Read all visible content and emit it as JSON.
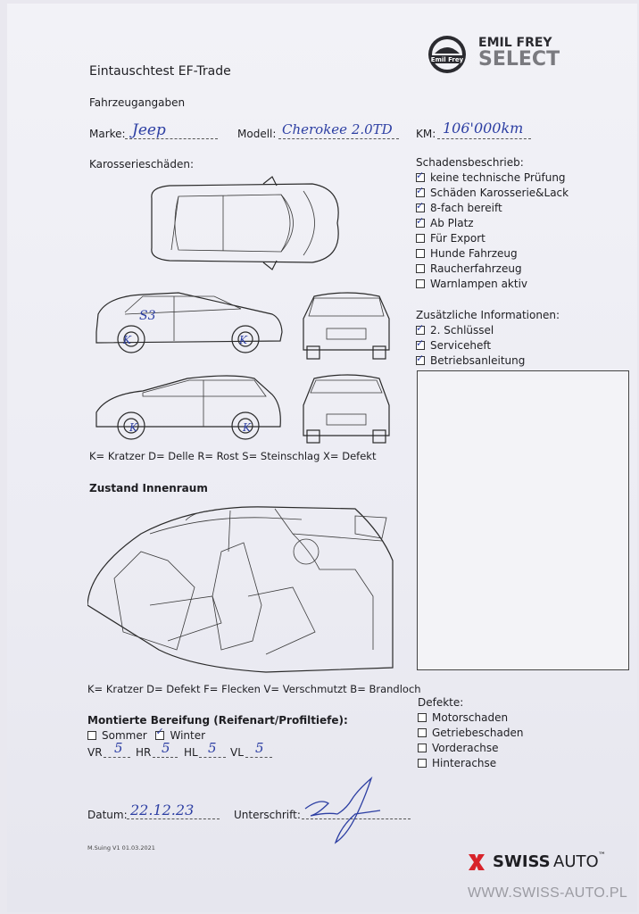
{
  "header": {
    "title": "Eintauschtest EF-Trade",
    "logo_badge": "Emil Frey",
    "logo_line1": "EMIL FREY",
    "logo_line2": "SELECT"
  },
  "vehicle": {
    "section": "Fahrzeugangaben",
    "marke_label": "Marke:",
    "marke_value": "Jeep",
    "modell_label": "Modell:",
    "modell_value": "Cherokee 2.0TD",
    "km_label": "KM:",
    "km_value": "106'000km"
  },
  "body_damage": {
    "section": "Karosserieschäden:",
    "legend": "K= Kratzer D= Delle R= Rost S= Steinschlag X= Defekt",
    "marks": [
      "S3",
      "K",
      "K",
      "K",
      "K"
    ]
  },
  "damage_desc": {
    "title": "Schadensbeschrieb:",
    "items": [
      {
        "label": "keine technische Prüfung",
        "checked": true
      },
      {
        "label": "Schäden Karosserie&Lack",
        "checked": true
      },
      {
        "label": "8-fach bereift",
        "checked": true
      },
      {
        "label": "Ab Platz",
        "checked": true
      },
      {
        "label": "Für Export",
        "checked": false
      },
      {
        "label": "Hunde Fahrzeug",
        "checked": false
      },
      {
        "label": "Raucherfahrzeug",
        "checked": false
      },
      {
        "label": "Warnlampen aktiv",
        "checked": false
      }
    ]
  },
  "extra_info": {
    "title": "Zusätzliche Informationen:",
    "items": [
      {
        "label": "2. Schlüssel",
        "checked": true
      },
      {
        "label": "Serviceheft",
        "checked": true
      },
      {
        "label": "Betriebsanleitung",
        "checked": true
      }
    ]
  },
  "interior": {
    "section": "Zustand Innenraum",
    "legend": "K= Kratzer D= Defekt F= Flecken V= Verschmutzt B= Brandloch"
  },
  "tires": {
    "title": "Montierte Bereifung (Reifenart/Profiltiefe):",
    "summer": "Sommer",
    "winter": "Winter",
    "summer_checked": false,
    "winter_checked": true,
    "vr_label": "VR",
    "vr_value": "5",
    "hr_label": "HR",
    "hr_value": "5",
    "hl_label": "HL",
    "hl_value": "5",
    "vl_label": "VL",
    "vl_value": "5"
  },
  "defects": {
    "title": "Defekte:",
    "items": [
      {
        "label": "Motorschaden",
        "checked": false
      },
      {
        "label": "Getriebeschaden",
        "checked": false
      },
      {
        "label": "Vorderachse",
        "checked": false
      },
      {
        "label": "Hinterachse",
        "checked": false
      }
    ]
  },
  "footer": {
    "datum_label": "Datum:",
    "datum_value": "22.12.23",
    "unterschrift_label": "Unterschrift:",
    "version": "M.Suing V1 01.03.2021",
    "brand_a": "SWISS",
    "brand_b": "AUTO",
    "tm": "™",
    "watermark": "WWW.SWISS-AUTO.PL"
  },
  "colors": {
    "ink": "#2d3fa3",
    "brand_red": "#d8232a"
  }
}
